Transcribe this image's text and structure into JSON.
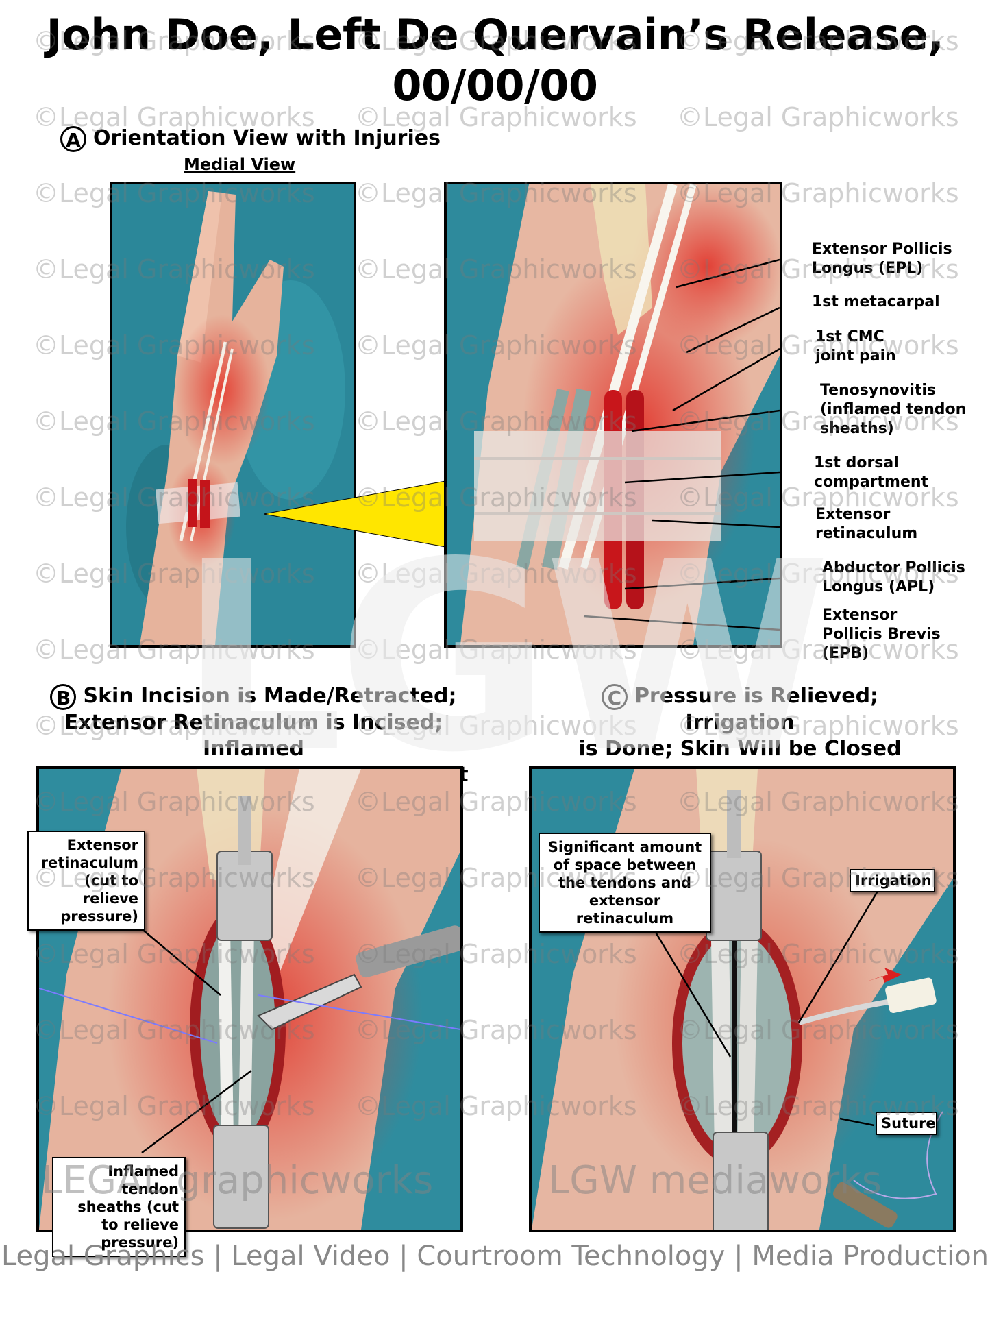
{
  "title": {
    "line1": "John Doe, Left De Quervain’s Release,",
    "line2": "00/00/00"
  },
  "sectionA": {
    "letter": "A",
    "heading": "Orientation View with Injuries",
    "subheading": "Medial View",
    "labels": [
      "Extensor Pollicis Longus (EPL)",
      "1st metacarpal",
      "1st CMC joint pain",
      "Tenosynovitis (inflamed tendon sheaths)",
      "1st dorsal compartment",
      "Extensor retinaculum",
      "Abductor Pollicis Longus (APL)",
      "Extensor Pollicis Brevis (EPB)"
    ]
  },
  "sectionB": {
    "letter": "B",
    "heading_line1": "Skin Incision is Made/Retracted;",
    "heading_line2": "Extensor Retinaculum is Incised; Inflamed",
    "heading_line3": "EPB and APL Tendon Sheaths are Cut",
    "callout1": "Extensor retinaculum (cut to relieve pressure)",
    "callout2": "Inflamed tendon sheaths (cut to relieve pressure)"
  },
  "sectionC": {
    "letter": "C",
    "heading_line1": "Pressure is Relieved; Irrigation",
    "heading_line2": "is Done; Skin Will be Closed",
    "callout1": "Significant amount of space between the tendons and extensor retinaculum",
    "callout2": "Irrigation",
    "callout3": "Suture"
  },
  "watermark": "©Legal Graphicworks",
  "logo_text": "LGW",
  "brand_left": "LEGAL graphicworks",
  "brand_right": "LGW mediaworks",
  "footer": "Legal Graphics | Legal Video | Courtroom Technology | Media Production",
  "colors": {
    "teal": "#2f8fa0",
    "skin": "#e8b8a0",
    "inflamed": "#d9302a",
    "callout_arrow": "#ffe600"
  }
}
